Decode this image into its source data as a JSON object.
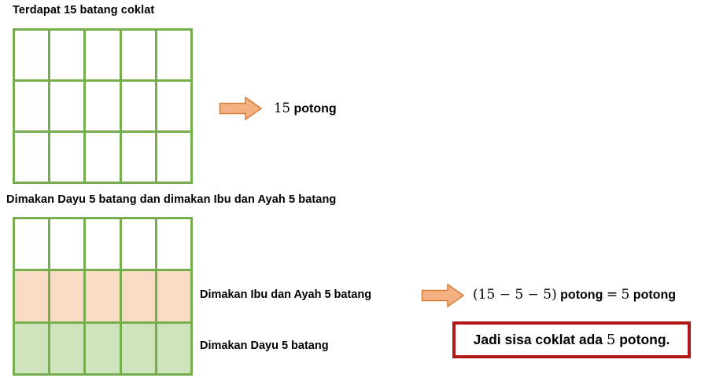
{
  "colors": {
    "grid_line": "#76ae4e",
    "cell_white": "#ffffff",
    "cell_peach": "#f9dcc4",
    "cell_green": "#cfe4bd",
    "arrow_fill": "#f3b183",
    "arrow_stroke": "#d87f37",
    "box_border": "#b11717",
    "text": "#000000",
    "background": "#ffffff"
  },
  "step1": {
    "heading": "Terdapat 15 batang coklat",
    "grid": {
      "columns": 5,
      "rows": 3,
      "total_cells": 15,
      "cell_fills": [
        [
          "white",
          "white",
          "white",
          "white",
          "white"
        ],
        [
          "white",
          "white",
          "white",
          "white",
          "white"
        ],
        [
          "white",
          "white",
          "white",
          "white",
          "white"
        ]
      ]
    },
    "arrow_icon": "right-arrow-icon",
    "result_number": "15",
    "result_unit": "potong",
    "result_full": "15 potong"
  },
  "step2": {
    "heading": "Dimakan Dayu 5 batang dan dimakan Ibu dan Ayah 5 batang",
    "grid": {
      "columns": 5,
      "rows": 3,
      "total_cells": 15,
      "cell_fills": [
        [
          "white",
          "white",
          "white",
          "white",
          "white"
        ],
        [
          "peach",
          "peach",
          "peach",
          "peach",
          "peach"
        ],
        [
          "green",
          "green",
          "green",
          "green",
          "green"
        ]
      ]
    },
    "legend": [
      {
        "label": "Dimakan Ibu dan Ayah 5 batang",
        "swatch": "peach"
      },
      {
        "label": "Dimakan Dayu 5 batang",
        "swatch": "green"
      }
    ],
    "arrow_icon": "right-arrow-icon",
    "equation": {
      "open_paren": "(",
      "total": "15",
      "minus1": "−",
      "eaten1": "5",
      "minus2": "−",
      "eaten2": "5",
      "close_paren": ")",
      "unit_left": "potong",
      "equals": "=",
      "remainder": "5",
      "unit_right": "potong",
      "full": "(15 − 5 − 5) potong = 5 potong"
    },
    "conclusion": {
      "prefix": "Jadi sisa coklat ada",
      "number": "5",
      "suffix": "potong.",
      "full": "Jadi sisa coklat ada 5 potong."
    }
  }
}
